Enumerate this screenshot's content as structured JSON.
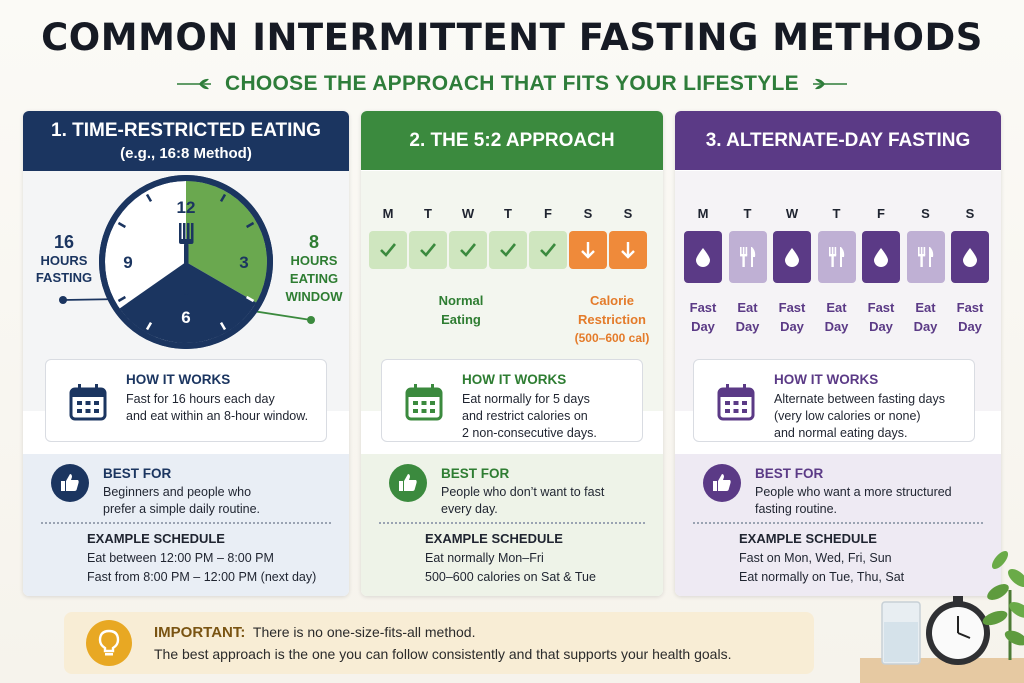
{
  "title": "COMMON INTERMITTENT FASTING METHODS",
  "subtitle": "CHOOSE THE APPROACH THAT FITS YOUR LIFESTYLE",
  "colors": {
    "navy": "#1b3560",
    "green": "#3b8a3e",
    "purple": "#5b3a86",
    "orange": "#ef8a3a",
    "amber": "#e8a823"
  },
  "methods": [
    {
      "heading": "1. TIME-RESTRICTED EATING",
      "subheading": "(e.g., 16:8 Method)",
      "clock": {
        "fasting_number": "16",
        "fasting_label": "HOURS\nFASTING",
        "eating_number": "8",
        "eating_label": "HOURS\nEATING\nWINDOW",
        "numbers": [
          "12",
          "3",
          "6",
          "9"
        ],
        "fasting_hours": 16,
        "eating_hours": 8,
        "icon": "fork-icon"
      },
      "how_it_works_label": "HOW IT WORKS",
      "how_it_works": "Fast for 16 hours each day\nand eat within an 8-hour window.",
      "best_for_label": "BEST FOR",
      "best_for": "Beginners and people who\nprefer a simple daily routine.",
      "example_label": "EXAMPLE SCHEDULE",
      "example": "Eat between 12:00 PM – 8:00 PM\nFast from 8:00 PM – 12:00 PM (next day)"
    },
    {
      "heading": "2. THE 5:2 APPROACH",
      "days": [
        "M",
        "T",
        "W",
        "T",
        "F",
        "S",
        "S"
      ],
      "day_types": [
        "normal",
        "normal",
        "normal",
        "normal",
        "normal",
        "restrict",
        "restrict"
      ],
      "normal_label": "Normal\nEating",
      "restrict_label": "Calorie\nRestriction",
      "restrict_sub": "(500–600 cal)",
      "how_it_works_label": "HOW IT WORKS",
      "how_it_works": "Eat normally for 5 days\nand restrict calories on\n2 non-consecutive days.",
      "best_for_label": "BEST FOR",
      "best_for": "People who don’t want to fast\nevery day.",
      "example_label": "EXAMPLE SCHEDULE",
      "example": "Eat normally Mon–Fri\n500–600 calories on Sat & Tue"
    },
    {
      "heading": "3. ALTERNATE-DAY FASTING",
      "days": [
        "M",
        "T",
        "W",
        "T",
        "F",
        "S",
        "S"
      ],
      "day_types": [
        "fast",
        "eat",
        "fast",
        "eat",
        "fast",
        "eat",
        "fast"
      ],
      "day_labels": [
        "Fast\nDay",
        "Eat\nDay",
        "Fast\nDay",
        "Eat\nDay",
        "Fast\nDay",
        "Eat\nDay",
        "Fast\nDay"
      ],
      "how_it_works_label": "HOW IT WORKS",
      "how_it_works": "Alternate between fasting days\n(very low calories or none)\nand normal eating days.",
      "best_for_label": "BEST FOR",
      "best_for": "People who want a more structured\nfasting routine.",
      "example_label": "EXAMPLE SCHEDULE",
      "example": "Fast on Mon, Wed, Fri, Sun\nEat normally on Tue, Thu, Sat"
    }
  ],
  "important": {
    "label": "IMPORTANT:",
    "line1": "There is no one-size-fits-all method.",
    "line2": "The best approach is the one you can follow consistently and that supports your health goals."
  }
}
